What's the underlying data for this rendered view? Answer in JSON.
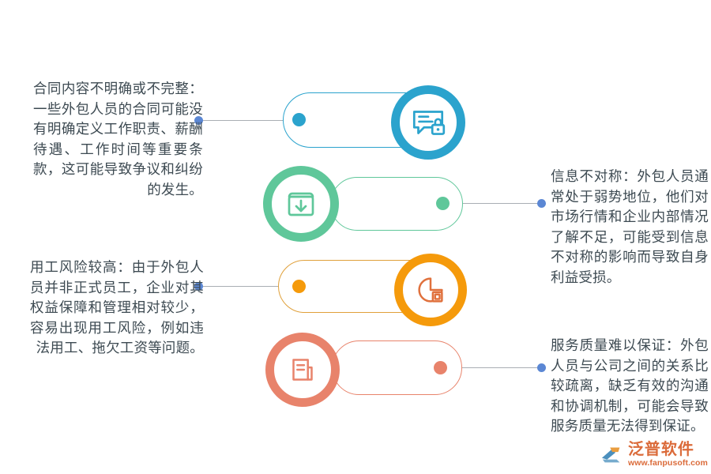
{
  "page": {
    "background": "#ffffff",
    "text_color": "#3d4a52",
    "connector_color": "#a9aeb4",
    "small_dot_color": "#5b87d4"
  },
  "items": [
    {
      "id": "contract",
      "color": "#2ba3cd",
      "icon": "chat-lock-icon",
      "side": "left",
      "text": "合同内容不明确或不完整：一些外包人员的合同可能没有明确定义工作职责、薪酬待遇、工作时间等重要条款，这可能导致争议和纠纷的发生。"
    },
    {
      "id": "asymmetry",
      "color": "#5fc79a",
      "icon": "box-download-icon",
      "side": "right",
      "text": "信息不对称：外包人员通常处于弱势地位，他们对市场行情和企业内部情况了解不足，可能受到信息不对称的影响而导致自身利益受损。"
    },
    {
      "id": "labor-risk",
      "color": "#f59a0b",
      "icon": "pie-chart-icon",
      "side": "left",
      "text": "用工风险较高：由于外包人员并非正式员工，企业对其权益保障和管理相对较少，容易出现用工风险，例如违法用工、拖欠工资等问题。"
    },
    {
      "id": "service-quality",
      "color": "#e8836b",
      "icon": "documents-icon",
      "side": "right",
      "text": "服务质量难以保证：外包人员与公司之间的关系比较疏离，缺乏有效的沟通和协调机制，可能会导致服务质量无法得到保证。"
    }
  ],
  "watermark": {
    "brand": "泛普软件",
    "url": "www.fanpusoft.com",
    "logo_blue": "#3c86b8",
    "logo_orange": "#e8952f",
    "text_color": "#d85f2a"
  }
}
